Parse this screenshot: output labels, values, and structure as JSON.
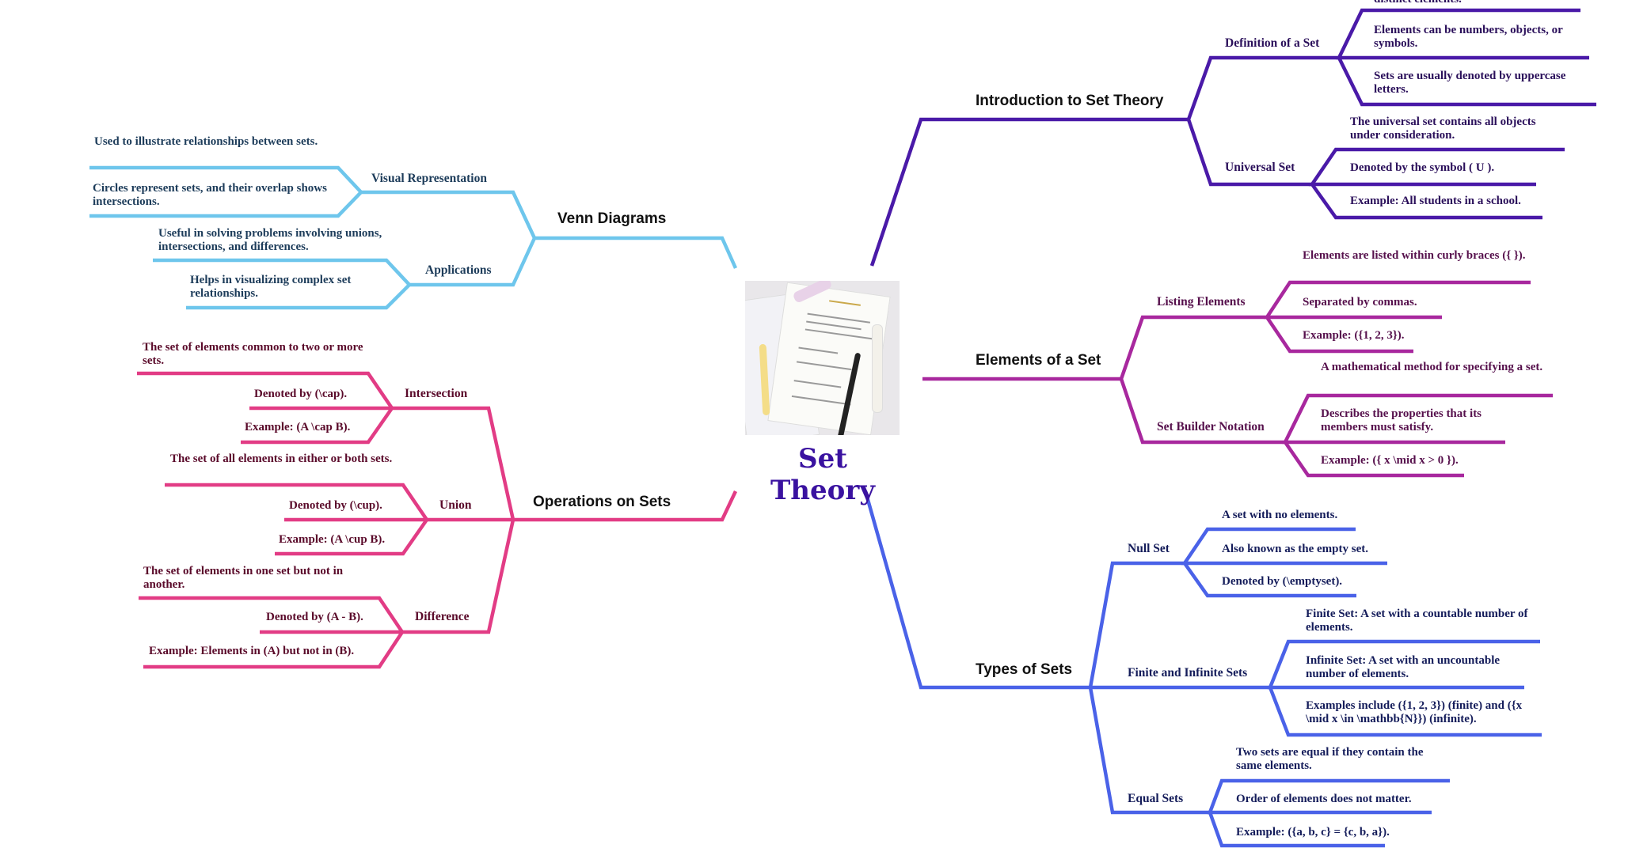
{
  "center": {
    "title": "Set Theory",
    "image": "set-theory-notes-photo"
  },
  "colors": {
    "intro": "#4a1aa8",
    "elements": "#a8289e",
    "types": "#4a62e8",
    "venn": "#6ec6ec",
    "operations": "#e23c85",
    "title": "#3a12a0"
  },
  "intro": {
    "label": "Introduction to Set Theory",
    "definition": {
      "label": "Definition of a Set",
      "items": [
        "distinct elements.",
        "Elements can be numbers, objects, or symbols.",
        "Sets are usually denoted by uppercase letters."
      ]
    },
    "universal": {
      "label": "Universal Set",
      "items": [
        "The universal set contains all objects under consideration.",
        "Denoted by the symbol ( U ).",
        "Example: All students in a school."
      ]
    }
  },
  "elements": {
    "label": "Elements of a Set",
    "listing": {
      "label": "Listing Elements",
      "items": [
        "Elements are listed within curly braces ({ }).",
        "Separated by commas.",
        "Example: ({1, 2, 3})."
      ]
    },
    "builder": {
      "label": "Set Builder Notation",
      "items": [
        "A mathematical method for specifying a set.",
        "Describes the properties that its members must satisfy.",
        "Example: ({ x \\mid x > 0 })."
      ]
    }
  },
  "types": {
    "label": "Types of Sets",
    "null": {
      "label": "Null Set",
      "items": [
        "A set with no elements.",
        "Also known as the empty set.",
        "Denoted by (\\emptyset)."
      ]
    },
    "finite": {
      "label": "Finite and Infinite Sets",
      "items": [
        "Finite Set: A set with a countable number of elements.",
        "Infinite Set: A set with an uncountable number of elements.",
        "Examples include ({1, 2, 3}) (finite) and ({x \\mid x \\in \\mathbb{N}}) (infinite)."
      ]
    },
    "equal": {
      "label": "Equal Sets",
      "items": [
        "Two sets are equal if they contain the same elements.",
        "Order of elements does not matter.",
        "Example: ({a, b, c} = {c, b, a})."
      ]
    }
  },
  "venn": {
    "label": "Venn Diagrams",
    "visual": {
      "label": "Visual Representation",
      "items": [
        "Used to illustrate relationships between sets.",
        "Circles represent sets, and their overlap shows intersections."
      ]
    },
    "applications": {
      "label": "Applications",
      "items": [
        "Useful in solving problems involving unions, intersections, and differences.",
        "Helps in visualizing complex set relationships."
      ]
    }
  },
  "operations": {
    "label": "Operations on Sets",
    "intersection": {
      "label": "Intersection",
      "items": [
        "The set of elements common to two or more sets.",
        "Denoted by (\\cap).",
        "Example: (A \\cap B)."
      ]
    },
    "union": {
      "label": "Union",
      "items": [
        "The set of all elements in either or both sets.",
        "Denoted by (\\cup).",
        "Example: (A \\cup B)."
      ]
    },
    "difference": {
      "label": "Difference",
      "items": [
        "The set of elements in one set but not in another.",
        "Denoted by (A - B).",
        "Example: Elements in (A) but not in (B)."
      ]
    }
  }
}
